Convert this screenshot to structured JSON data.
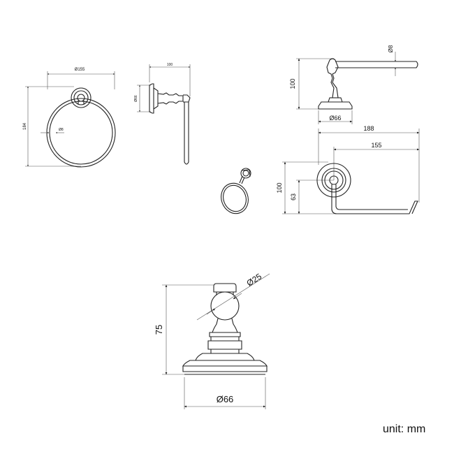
{
  "drawing_1": {
    "dim_width": "Ø155",
    "dim_height": "184",
    "dim_rod": "Ø8",
    "dim_depth": "100",
    "dim_base": "Ø66"
  },
  "drawing_2": {
    "dim_depth": "100",
    "dim_rod": "Ø8",
    "dim_base": "Ø66",
    "dim_total": "188",
    "dim_bar": "155",
    "dim_height": "100",
    "dim_center": "63"
  },
  "drawing_3": {
    "dim_knob": "Ø25",
    "dim_height": "75",
    "dim_base": "Ø66"
  },
  "unit_label": "unit: mm"
}
